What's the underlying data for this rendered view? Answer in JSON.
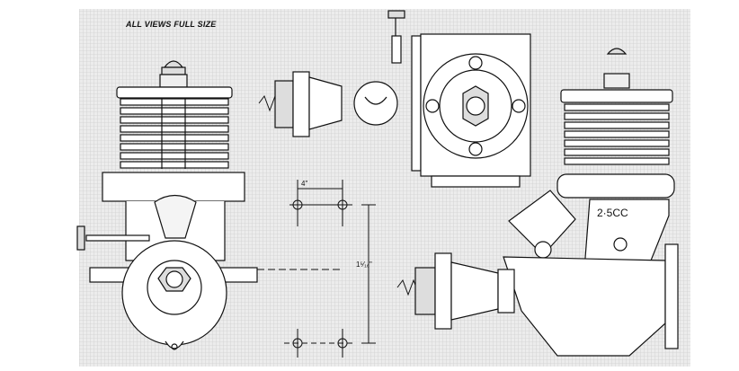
{
  "drawing": {
    "caption": "ALL VIEWS FULL SIZE",
    "engine_label": "2·5CC",
    "dimension_horizontal": "4\"",
    "dimension_vertical": "1⁵⁄₁₆\""
  },
  "colors": {
    "paper": "#ffffff",
    "grid_background": "#e9e9e9",
    "grid_lines": "#c4c4c4",
    "ink": "#111111"
  }
}
